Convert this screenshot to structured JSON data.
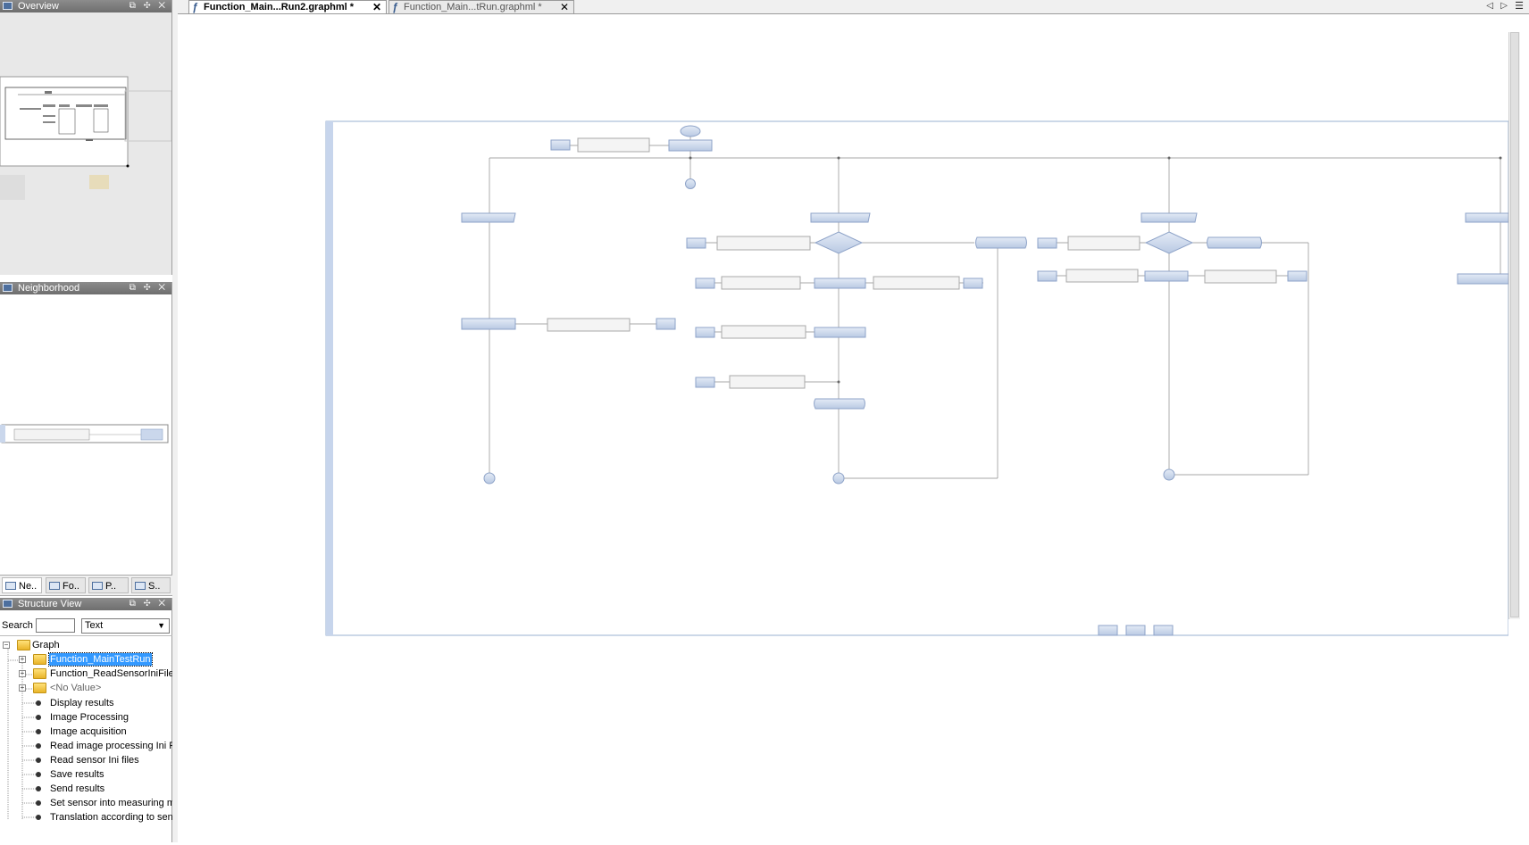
{
  "panels": {
    "overview": {
      "title": "Overview"
    },
    "neighborhood": {
      "title": "Neighborhood"
    },
    "structure": {
      "title": "Structure View"
    }
  },
  "panel_controls": "⧉ ✣ ✕",
  "bottom_tabs": [
    {
      "label": "Ne.."
    },
    {
      "label": "Fo.."
    },
    {
      "label": "P.."
    },
    {
      "label": "S.."
    }
  ],
  "search": {
    "label": "Search",
    "value": "",
    "mode": "Text"
  },
  "tree": {
    "root": "Graph",
    "folders": [
      "Function_MainTestRun",
      "Function_ReadSensorIniFiles",
      "<No Value>"
    ],
    "leaves": [
      "Display results",
      "Image Processing",
      "Image acquisition",
      "Read image processing Ini F",
      "Read sensor Ini files",
      "Save results",
      "Send results",
      "Set sensor into measuring m",
      "Translation according to sen"
    ]
  },
  "doc_tabs": [
    {
      "label": "Function_Main...Run2.graphml *",
      "active": true
    },
    {
      "label": "Function_Main...tRun.graphml *",
      "active": false
    }
  ],
  "colors": {
    "node_fill": "#cad7ec",
    "node_stroke": "#8ea3c8",
    "selection": "#3399ff"
  }
}
